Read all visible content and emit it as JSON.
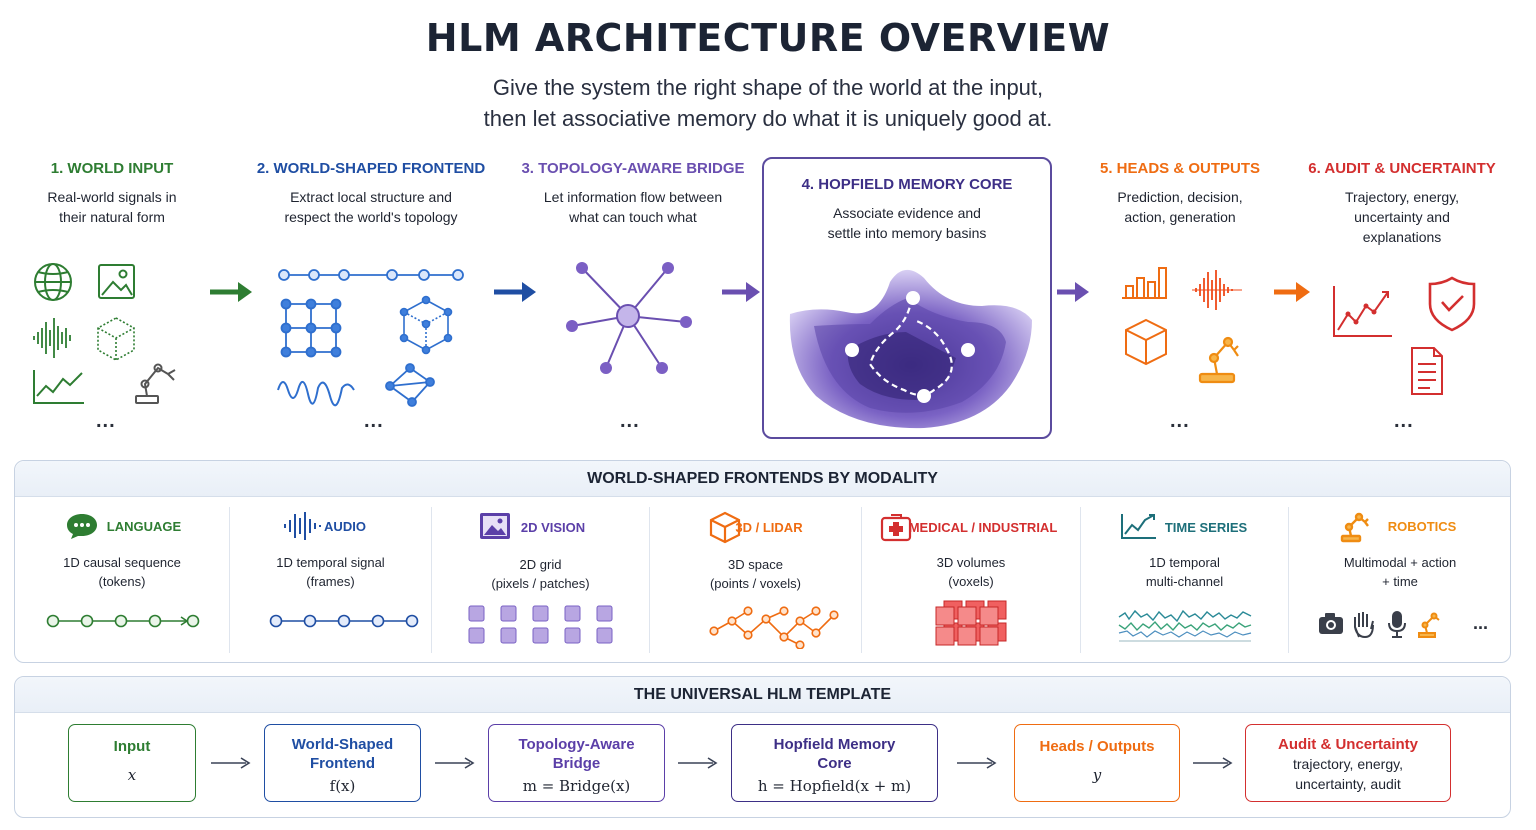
{
  "header": {
    "title": "HLM ARCHITECTURE OVERVIEW",
    "subtitle_line1": "Give the system the right shape of the world at the input,",
    "subtitle_line2": "then let associative memory do what it is uniquely good at."
  },
  "stages": [
    {
      "title": "1. WORLD INPUT",
      "desc1": "Real-world signals in",
      "desc2": "their natural form",
      "desc3": "",
      "color": "#2e7d32",
      "more": "..."
    },
    {
      "title": "2. WORLD-SHAPED FRONTEND",
      "desc1": "Extract local structure and",
      "desc2": "respect the world's topology",
      "desc3": "",
      "color": "#1f4ea3",
      "more": "..."
    },
    {
      "title": "3. TOPOLOGY-AWARE BRIDGE",
      "desc1": "Let information flow between",
      "desc2": "what can touch what",
      "desc3": "",
      "color": "#6a4fb0",
      "more": "..."
    },
    {
      "title": "4. HOPFIELD MEMORY CORE",
      "desc1": "Associate evidence and",
      "desc2": "settle into memory basins",
      "desc3": "",
      "color": "#3d2f86",
      "more": ""
    },
    {
      "title": "5. HEADS & OUTPUTS",
      "desc1": "Prediction, decision,",
      "desc2": "action, generation",
      "desc3": "",
      "color": "#ef6c12",
      "more": "..."
    },
    {
      "title": "6. AUDIT & UNCERTAINTY",
      "desc1": "Trajectory, energy,",
      "desc2": "uncertainty and",
      "desc3": "explanations",
      "color": "#d32f2f",
      "more": "..."
    }
  ],
  "modality_panel": {
    "title": "WORLD-SHAPED FRONTENDS BY MODALITY",
    "items": [
      {
        "name": "LANGUAGE",
        "desc1": "1D causal sequence",
        "desc2": "(tokens)",
        "color": "#2e7d32",
        "icon": "chat-bubble-icon"
      },
      {
        "name": "AUDIO",
        "desc1": "1D temporal signal",
        "desc2": "(frames)",
        "color": "#1f4ea3",
        "icon": "waveform-icon"
      },
      {
        "name": "2D VISION",
        "desc1": "2D grid",
        "desc2": "(pixels / patches)",
        "color": "#5b3fa8",
        "icon": "image-icon"
      },
      {
        "name": "3D / LIDAR",
        "desc1": "3D space",
        "desc2": "(points / voxels)",
        "color": "#ef6c12",
        "icon": "cube-icon"
      },
      {
        "name": "MEDICAL / INDUSTRIAL",
        "desc1": "3D volumes",
        "desc2": "(voxels)",
        "color": "#d32f2f",
        "icon": "medical-cross-icon"
      },
      {
        "name": "TIME SERIES",
        "desc1": "1D temporal",
        "desc2": "multi-channel",
        "color": "#1d6f7a",
        "icon": "trend-chart-icon"
      },
      {
        "name": "ROBOTICS",
        "desc1": "Multimodal + action",
        "desc2": "+ time",
        "color": "#ef8c12",
        "icon": "robot-arm-icon",
        "more": "..."
      }
    ]
  },
  "template_panel": {
    "title": "THE UNIVERSAL HLM TEMPLATE",
    "boxes": [
      {
        "title": "Input",
        "formula": "x",
        "color": "#2e7d32"
      },
      {
        "title_line1": "World-Shaped",
        "title_line2": "Frontend",
        "formula": "f(x)",
        "color": "#1f4ea3"
      },
      {
        "title_line1": "Topology-Aware",
        "title_line2": "Bridge",
        "formula": "m = Bridge(x)",
        "color": "#5b3fa8"
      },
      {
        "title_line1": "Hopfield Memory",
        "title_line2": "Core",
        "formula": "h = Hopfield(x + m)",
        "color": "#3d2f86"
      },
      {
        "title": "Heads / Outputs",
        "formula": "y",
        "color": "#ef6c12"
      },
      {
        "title": "Audit & Uncertainty",
        "line1": "trajectory, energy,",
        "line2": "uncertainty, audit",
        "color": "#d32f2f"
      }
    ]
  },
  "colors": {
    "green": "#2e7d32",
    "blue": "#1f4ea3",
    "purple": "#6a4fb0",
    "deep_purple": "#3d2f86",
    "orange": "#ef6c12",
    "red": "#d32f2f",
    "teal": "#1d6f7a"
  }
}
